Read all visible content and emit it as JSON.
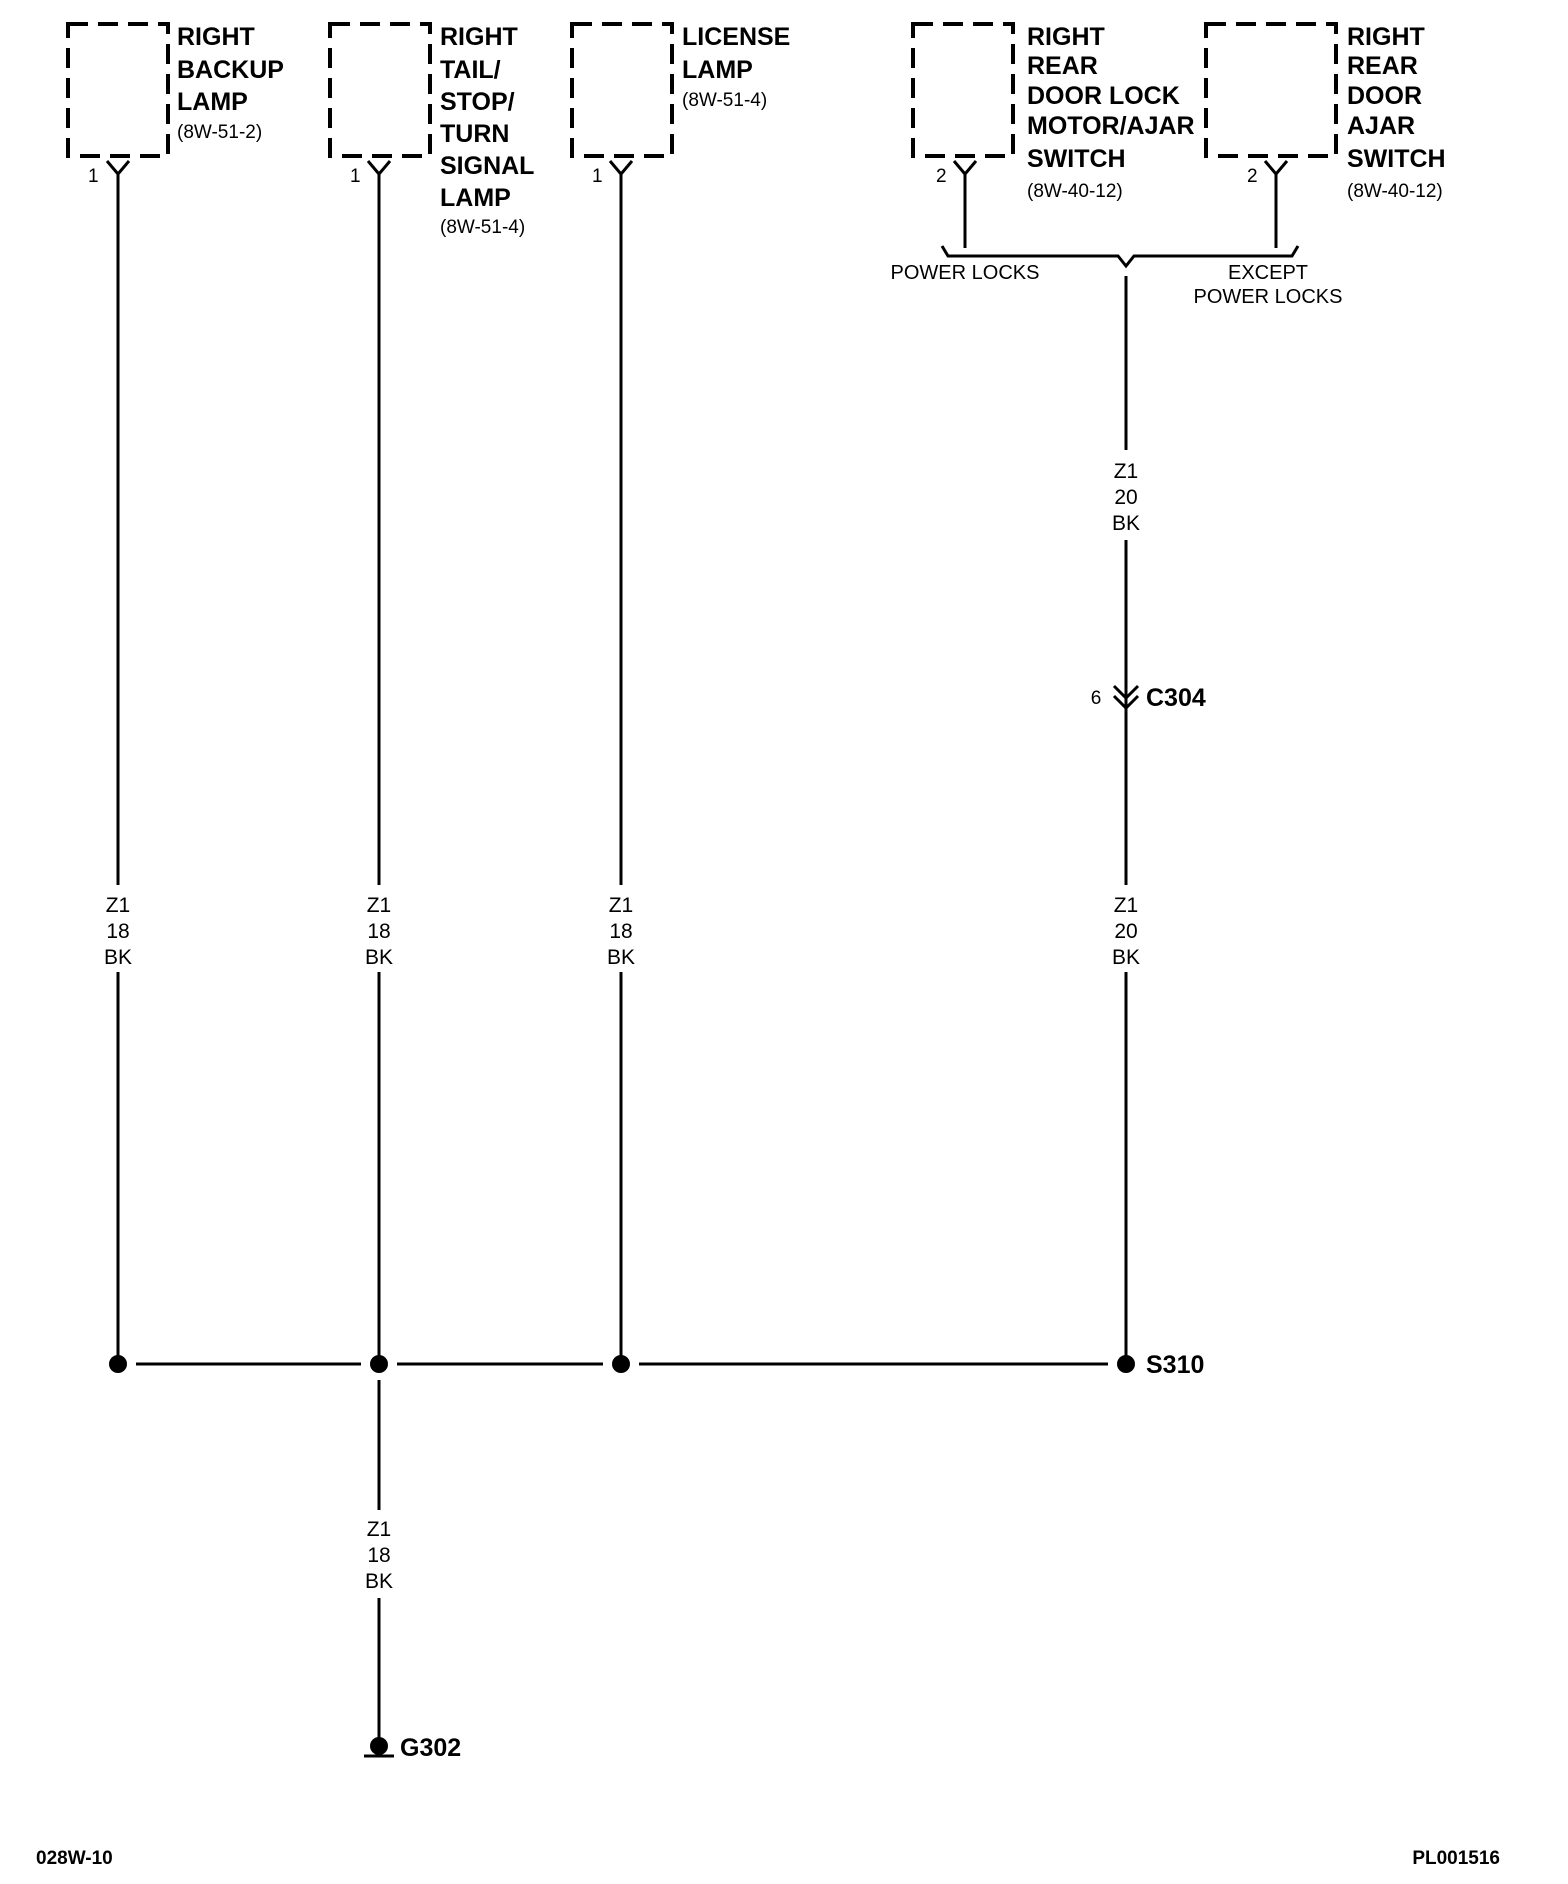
{
  "components": [
    {
      "name_lines": [
        "RIGHT",
        "BACKUP",
        "LAMP"
      ],
      "ref": "(8W-51-2)",
      "pin": "1"
    },
    {
      "name_lines": [
        "RIGHT",
        "TAIL/",
        "STOP/",
        "TURN",
        "SIGNAL",
        "LAMP"
      ],
      "ref": "(8W-51-4)",
      "pin": "1"
    },
    {
      "name_lines": [
        "LICENSE",
        "LAMP"
      ],
      "ref": "(8W-51-4)",
      "pin": "1"
    },
    {
      "name_lines": [
        "RIGHT",
        "REAR",
        "DOOR LOCK",
        "MOTOR/AJAR",
        "SWITCH"
      ],
      "ref": "(8W-40-12)",
      "pin": "2"
    },
    {
      "name_lines": [
        "RIGHT",
        "REAR",
        "DOOR",
        "AJAR",
        "SWITCH"
      ],
      "ref": "(8W-40-12)",
      "pin": "2"
    }
  ],
  "split": {
    "left_label": "POWER LOCKS",
    "right_label_lines": [
      "EXCEPT",
      "POWER LOCKS"
    ]
  },
  "wires": {
    "w1": [
      "Z1",
      "18",
      "BK"
    ],
    "w2": [
      "Z1",
      "18",
      "BK"
    ],
    "w3": [
      "Z1",
      "18",
      "BK"
    ],
    "w4_top": [
      "Z1",
      "20",
      "BK"
    ],
    "w4_bottom": [
      "Z1",
      "20",
      "BK"
    ],
    "w_ground": [
      "Z1",
      "18",
      "BK"
    ]
  },
  "connector": {
    "pin": "6",
    "name": "C304"
  },
  "splice": {
    "name": "S310"
  },
  "ground": {
    "name": "G302"
  },
  "footer": {
    "left": "028W-10",
    "right": "PL001516"
  }
}
